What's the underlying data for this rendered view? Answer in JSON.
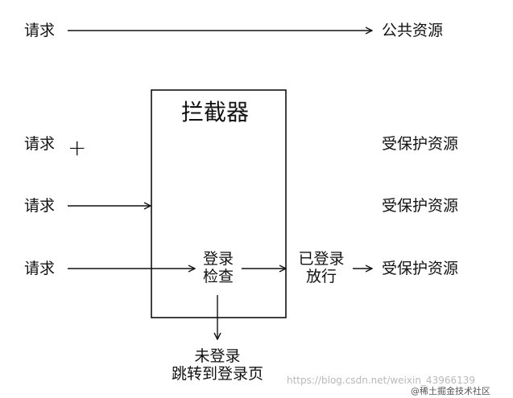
{
  "labels": {
    "request_top": "请求",
    "public_resource": "公共资源",
    "interceptor_title": "拦截器",
    "request_1": "请求",
    "request_2": "请求",
    "request_3": "请求",
    "protected_1": "受保护资源",
    "protected_2": "受保护资源",
    "protected_3": "受保护资源",
    "login_check_line1": "登录",
    "login_check_line2": "检查",
    "logged_in_line1": "已登录",
    "logged_in_line2": "放行",
    "not_logged_line1": "未登录",
    "not_logged_line2": "跳转到登录页",
    "plus_sign": "+",
    "watermark_url": "https://blog.csdn.net/weixin_43966139",
    "watermark_brand": "@稀土掘金技术社区"
  }
}
